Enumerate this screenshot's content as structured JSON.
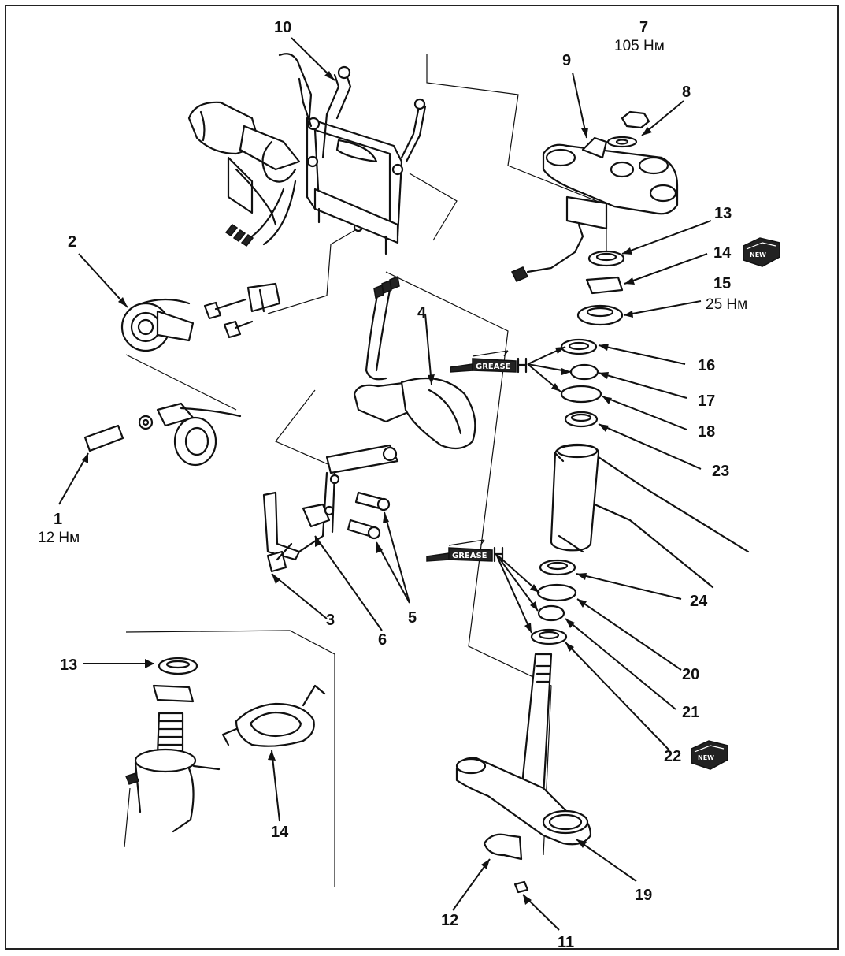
{
  "labels": {
    "p1": "1",
    "p2": "2",
    "p3": "3",
    "p4": "4",
    "p5": "5",
    "p6": "6",
    "p7": "7",
    "p8": "8",
    "p9": "9",
    "p10": "10",
    "p11": "11",
    "p12": "12",
    "p13a": "13",
    "p13b": "13",
    "p14a": "14",
    "p14b": "14",
    "p15": "15",
    "p16": "16",
    "p17": "17",
    "p18": "18",
    "p19": "19",
    "p20": "20",
    "p21": "21",
    "p22": "22",
    "p23": "23",
    "p24": "24"
  },
  "torques": {
    "t1": "12 Нм",
    "t7": "105 Нм",
    "t15": "25 Нм"
  },
  "grease_label": "GREASE",
  "new_label": "NEW"
}
